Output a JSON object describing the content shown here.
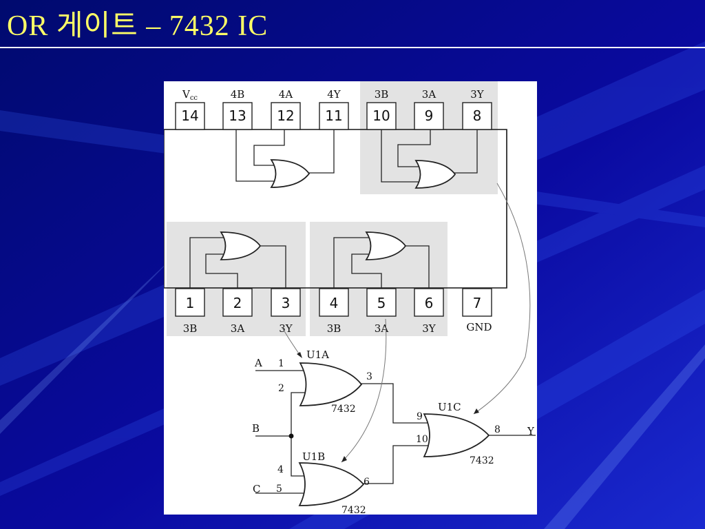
{
  "slide": {
    "title": "OR 게이트 – 7432 IC",
    "colors": {
      "background": "#0a0a9a",
      "title": "#ffff66",
      "rule": "#ffffff",
      "highlight": "#e3e3e3"
    }
  },
  "chip": {
    "top_pins": [
      {
        "num": "14",
        "lbl": "Vcc"
      },
      {
        "num": "13",
        "lbl": "4B"
      },
      {
        "num": "12",
        "lbl": "4A"
      },
      {
        "num": "11",
        "lbl": "4Y"
      },
      {
        "num": "10",
        "lbl": "3B"
      },
      {
        "num": "9",
        "lbl": "3A"
      },
      {
        "num": "8",
        "lbl": "3Y"
      }
    ],
    "bottom_pins": [
      {
        "num": "1",
        "lbl": "3B"
      },
      {
        "num": "2",
        "lbl": "3A"
      },
      {
        "num": "3",
        "lbl": "3Y"
      },
      {
        "num": "4",
        "lbl": "3B"
      },
      {
        "num": "5",
        "lbl": "3A"
      },
      {
        "num": "6",
        "lbl": "3Y"
      },
      {
        "num": "7",
        "lbl": "GND"
      }
    ],
    "vcc_main": "V",
    "vcc_sub": "cc"
  },
  "circuit": {
    "inputs": {
      "a": "A",
      "b": "B",
      "c": "C"
    },
    "output": "Y",
    "gates": {
      "u1a": {
        "ref": "U1A",
        "part": "7432",
        "in1": "1",
        "in2": "2",
        "out": "3"
      },
      "u1b": {
        "ref": "U1B",
        "part": "7432",
        "in1": "4",
        "in2": "5",
        "out": "6"
      },
      "u1c": {
        "ref": "U1C",
        "part": "7432",
        "in1": "9",
        "in2": "10",
        "out": "8"
      }
    }
  }
}
